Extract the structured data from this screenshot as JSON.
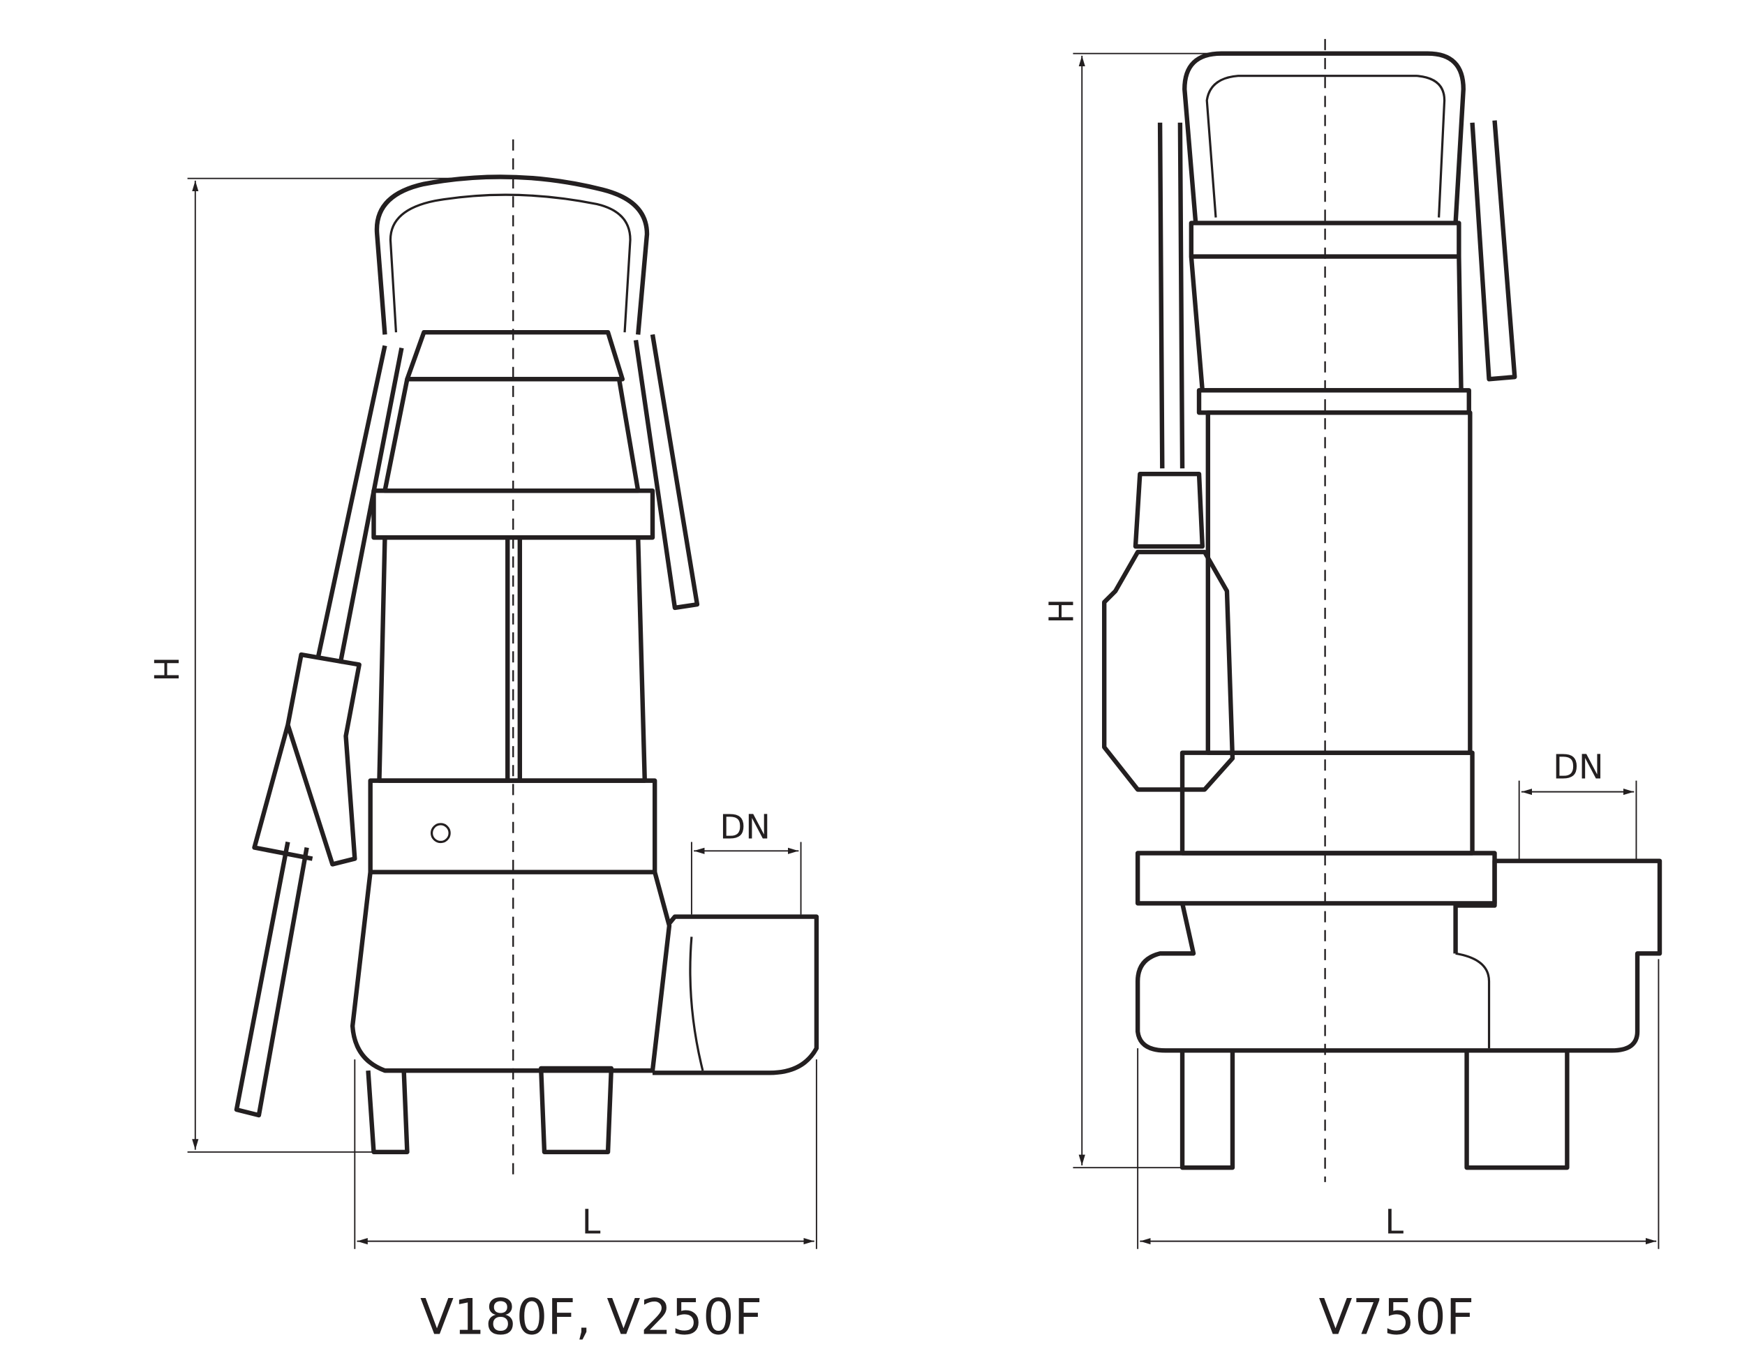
{
  "diagrams": [
    {
      "model": "V180F, V250F",
      "dims": {
        "height": "H",
        "length": "L",
        "outlet": "DN"
      }
    },
    {
      "model": "V750F",
      "dims": {
        "height": "H",
        "length": "L",
        "outlet": "DN"
      }
    }
  ],
  "colors": {
    "line": "#231f20",
    "background": "#ffffff"
  }
}
